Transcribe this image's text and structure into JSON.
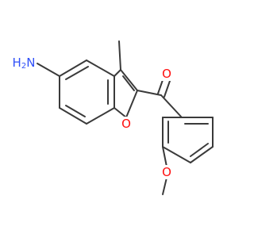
{
  "colors": {
    "bond": "#3a3a3a",
    "oxygen": "#ff0d0d",
    "nitrogen": "#3050f8",
    "background": "#ffffff"
  },
  "atoms": {
    "amine_n": {
      "label": "H2N",
      "element": "N"
    },
    "ring_o": {
      "label": "O",
      "element": "O"
    },
    "carbonyl_o": {
      "label": "O",
      "element": "O"
    },
    "methoxy_o": {
      "label": "O",
      "element": "O"
    }
  }
}
